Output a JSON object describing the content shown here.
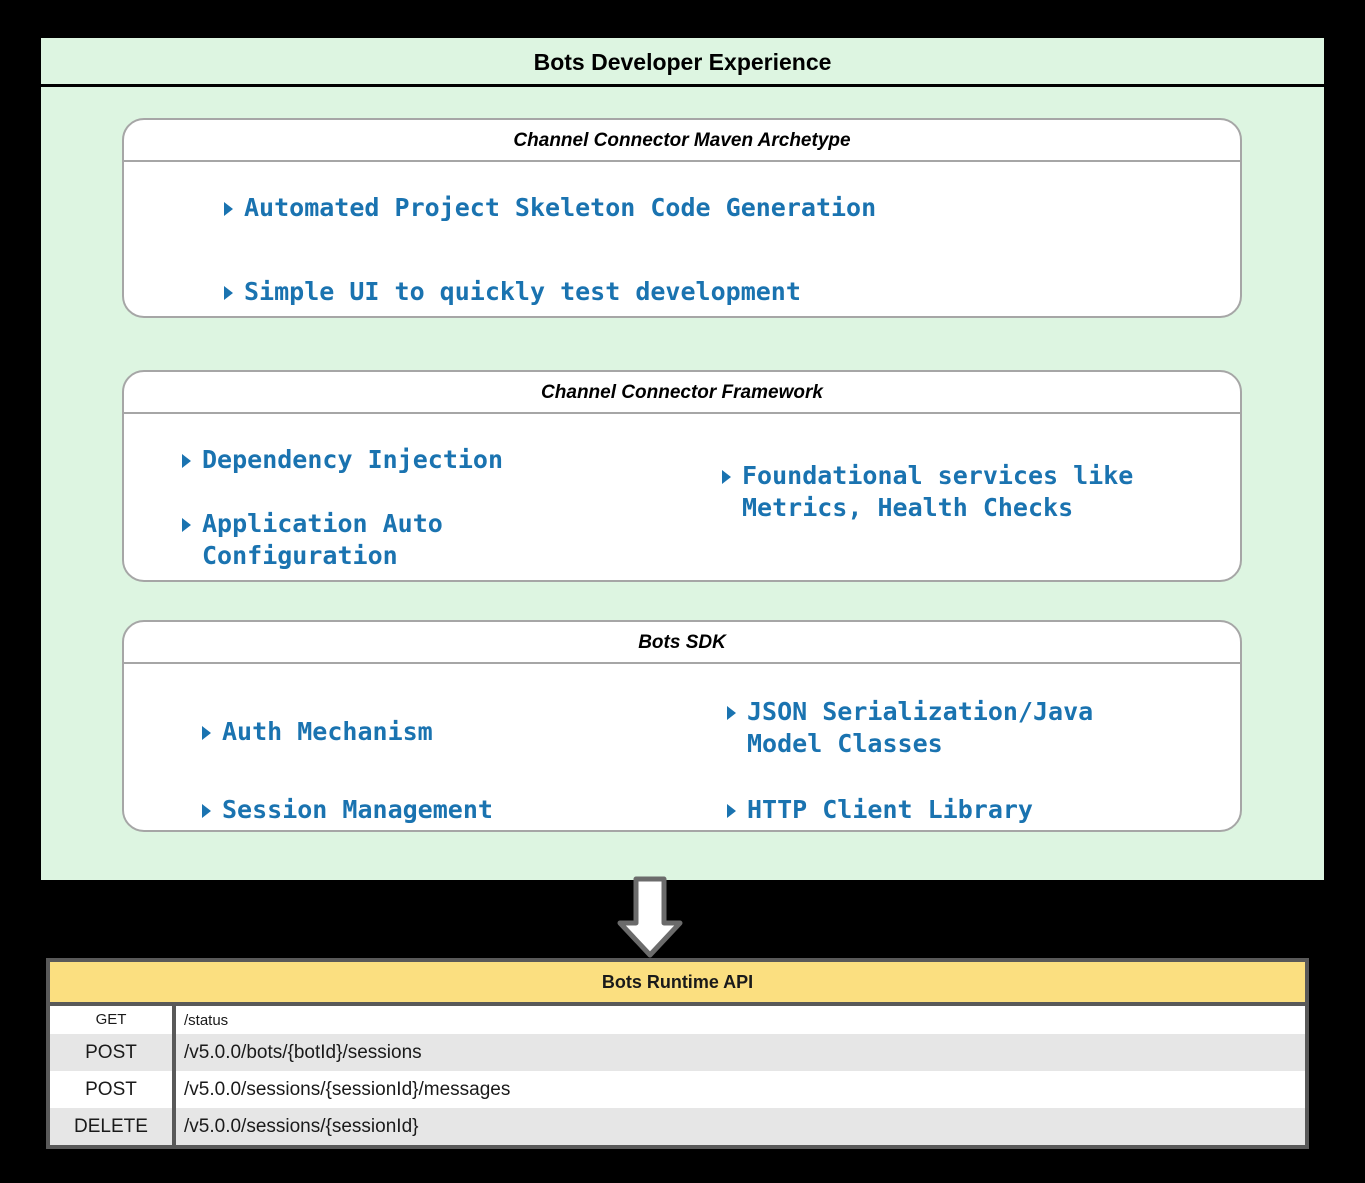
{
  "dev_experience": {
    "title": "Bots Developer Experience",
    "cards": [
      {
        "title": "Channel Connector Maven Archetype",
        "columns": [
          {
            "items": [
              "Automated Project Skeleton Code Generation",
              "Simple UI to quickly test development"
            ]
          }
        ]
      },
      {
        "title": "Channel Connector Framework",
        "columns": [
          {
            "items": [
              "Dependency Injection",
              "Application Auto\nConfiguration"
            ]
          },
          {
            "items": [
              "Foundational services like\nMetrics, Health Checks"
            ]
          }
        ]
      },
      {
        "title": "Bots SDK",
        "columns": [
          {
            "items": [
              "Auth Mechanism",
              "Session Management"
            ]
          },
          {
            "items": [
              "JSON Serialization/Java\nModel Classes",
              "HTTP Client Library"
            ]
          }
        ]
      }
    ]
  },
  "flow": {
    "arrow_icon": "down-arrow-icon"
  },
  "runtime_api": {
    "title": "Bots Runtime API",
    "rows": [
      {
        "method": "GET",
        "path": "/status"
      },
      {
        "method": "POST",
        "path": "/v5.0.0/bots/{botId}/sessions"
      },
      {
        "method": "POST",
        "path": "/v5.0.0/sessions/{sessionId}/messages"
      },
      {
        "method": "DELETE",
        "path": "/v5.0.0/sessions/{sessionId}"
      }
    ]
  },
  "colors": {
    "panel_green": "#ddf5e1",
    "accent_blue": "#1a73b0",
    "api_header_yellow": "#fbdf80",
    "table_border_gray": "#595959",
    "card_border_gray": "#a6a6a6",
    "row_stripe_gray": "#e6e6e6",
    "background_black": "#000000"
  }
}
